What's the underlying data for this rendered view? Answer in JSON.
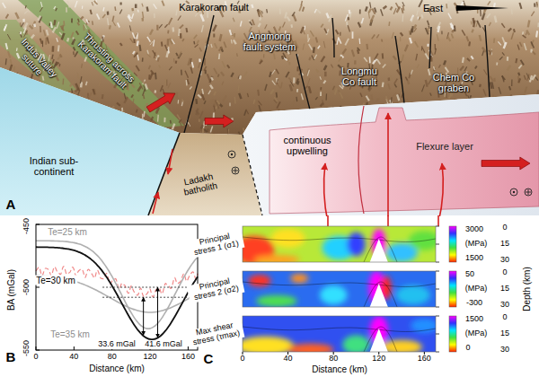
{
  "diagram": {
    "labels": [
      "Karakoram fault",
      "East",
      "Angmong fault system",
      "Thrusting across Karakoram fault",
      "Indus Valley suture",
      "Longmu Co fault",
      "Chem Co graben",
      "Indian sub-continent",
      "Ladakh batholith",
      "continuous upwelling",
      "Flexure layer",
      "A",
      "BA (mGal)",
      "-450",
      "-500",
      "-550",
      "Te=25 km",
      "Te=30 km",
      "Te=35 km",
      "33.6 mGal",
      "41.6 mGal",
      "0",
      "40",
      "80",
      "120",
      "160",
      "Distance (km)",
      "B",
      "Principal stress 1 (σ1)",
      "3000",
      "(MPa)",
      "1500",
      "0",
      "15",
      "30",
      "Principal stress 2 (σ2)",
      "50",
      "(MPa)",
      "-300",
      "0",
      "15",
      "30",
      "Max shear stress (τmax)",
      "1500",
      "(MPa)",
      "0",
      "0",
      "15",
      "30",
      "Depth (km)",
      "0",
      "40",
      "80",
      "120",
      "160",
      "Distance (km)",
      "C"
    ]
  }
}
